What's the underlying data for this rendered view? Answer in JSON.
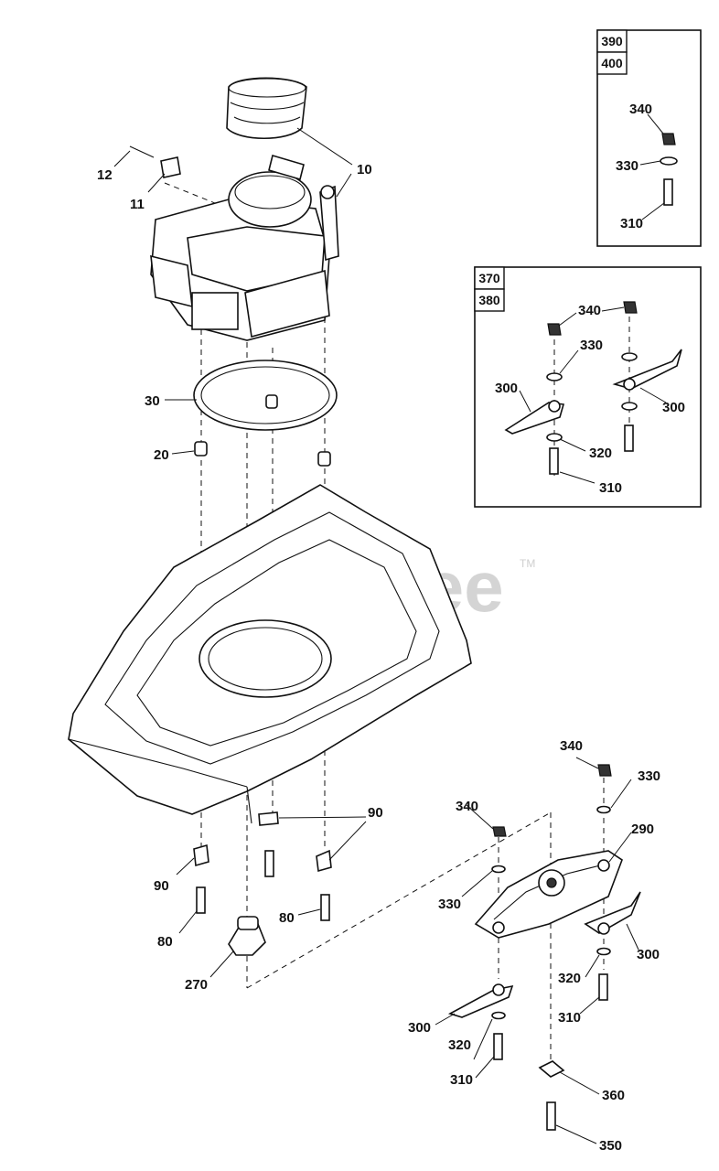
{
  "watermark": {
    "text": "PartsTree",
    "trademark": "TM"
  },
  "labels": {
    "l10": "10",
    "l11": "11",
    "l12": "12",
    "l30": "30",
    "l20": "20",
    "l90a": "90",
    "l90b": "90",
    "l80a": "80",
    "l80b": "80",
    "l270": "270",
    "l340a": "340",
    "l330a": "330",
    "l300a": "300",
    "l320a": "320",
    "l310a": "310",
    "l340b": "340",
    "l330b": "330",
    "l290": "290",
    "l300b": "300",
    "l320b": "320",
    "l310b": "310",
    "l360": "360",
    "l350": "350"
  },
  "inset_top": {
    "tabs": [
      "390",
      "400"
    ],
    "labels": {
      "l340": "340",
      "l330": "330",
      "l310": "310"
    }
  },
  "inset_mid": {
    "tabs": [
      "370",
      "380"
    ],
    "labels": {
      "l340": "340",
      "l330": "330",
      "l300a": "300",
      "l300b": "300",
      "l320": "320",
      "l310": "310"
    }
  }
}
